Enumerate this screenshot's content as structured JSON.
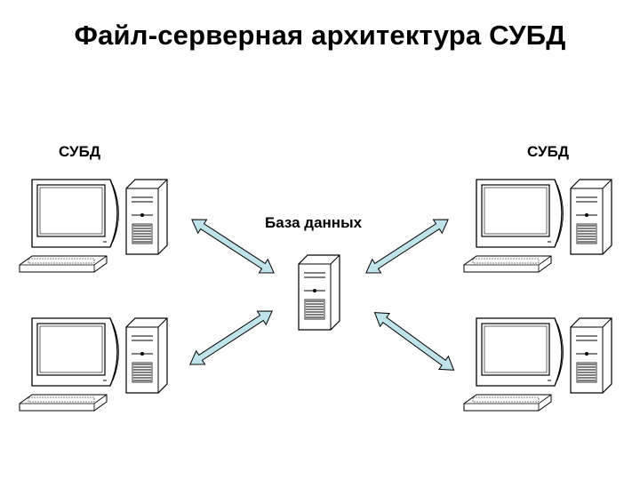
{
  "title": "Файл-серверная архитектура СУБД",
  "labels": {
    "client_left": "СУБД",
    "client_right": "СУБД",
    "database": "База данных"
  },
  "colors": {
    "arrow_fill": "#bfe3ea",
    "stroke": "#000000"
  }
}
